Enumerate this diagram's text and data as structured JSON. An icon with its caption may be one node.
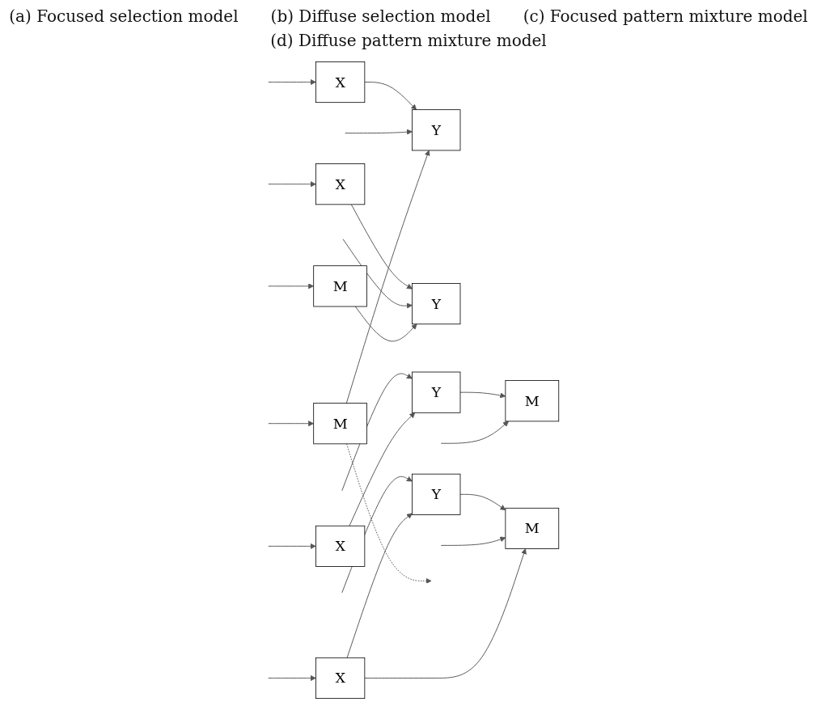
{
  "diagram": {
    "nodes": [
      {
        "text": [
          "Y"
        ]
      },
      {
        "text": [
          "M"
        ]
      },
      {
        "text": [
          "X"
        ]
      },
      {
        "text": [
          "Y"
        ]
      },
      {
        "text": [
          "M"
        ]
      },
      {
        "text": [
          "X"
        ]
      },
      {
        "text": [
          "X"
        ]
      },
      {
        "text": [
          "Y"
        ]
      },
      {
        "text": [
          "M"
        ]
      },
      {
        "text": [
          "X"
        ]
      },
      {
        "text": [
          "Y"
        ]
      },
      {
        "text": [
          "M"
        ]
      }
    ],
    "edges": [
      {
        "from": null,
        "to": 0,
        "arrow": "to"
      },
      {
        "from": 0,
        "to": 1,
        "arrow": "to"
      },
      {
        "from": null,
        "to": 1,
        "arrow": "to"
      },
      {
        "from": 2,
        "to": 0,
        "arrow": "to"
      },
      {
        "from": null,
        "to": 2,
        "arrow": "to"
      },
      {
        "from": null,
        "to": 3,
        "arrow": "to"
      },
      {
        "from": 3,
        "to": 4,
        "arrow": "to"
      },
      {
        "from": null,
        "to": 4,
        "arrow": "to"
      },
      {
        "from": 5,
        "to": 3,
        "arrow": "to"
      },
      {
        "from": 5,
        "to": 4,
        "arrow": "to"
      },
      {
        "from": null,
        "to": 5,
        "arrow": "to"
      },
      {
        "from": null,
        "to": 6,
        "arrow": "to"
      },
      {
        "from": 6,
        "to": 7,
        "arrow": "to"
      },
      {
        "from": null,
        "to": 7,
        "arrow": "to"
      },
      {
        "from": 8,
        "to": 7,
        "arrow": "to"
      },
      {
        "from": null,
        "to": 8,
        "arrow": "to"
      },
      {
        "from": null,
        "to": 9,
        "arrow": "to"
      },
      {
        "from": 9,
        "to": 10,
        "arrow": "to"
      },
      {
        "from": null,
        "to": 10,
        "arrow": "to"
      },
      {
        "from": 11,
        "to": 10,
        "arrow": "to"
      },
      {
        "from": null,
        "to": 11,
        "arrow": "to"
      },
      {
        "from": 11,
        "to": null,
        "arrow": "to",
        "style": "dashed"
      }
    ],
    "labels": [
      "(a) Focused selection model",
      "(b) Diffuse selection model",
      "(c) Focused pattern mixture model",
      "(d) Diffuse pattern mixture model"
    ]
  }
}
